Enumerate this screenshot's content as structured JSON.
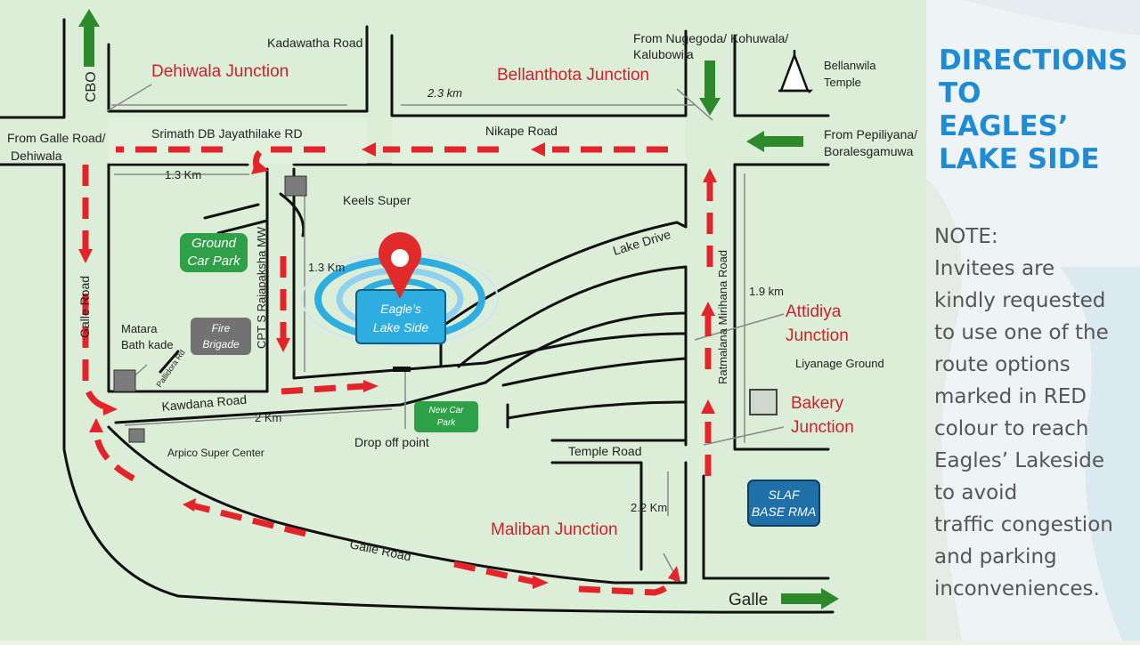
{
  "panel": {
    "title_lines": [
      "DIRECTIONS",
      "TO",
      "EAGLES’",
      "LAKE SIDE"
    ],
    "note_lines": [
      "NOTE:",
      "Invitees are",
      "kindly requested",
      "to use one of the",
      "route options",
      "marked in RED",
      "colour to reach",
      "Eagles’ Lakeside",
      "to avoid",
      "traffic congestion",
      "and parking",
      "inconveniences."
    ]
  },
  "map": {
    "roads": {
      "kadawatha": "Kadawatha Road",
      "srimath": "Srimath DB Jayathilake RD",
      "nikape": "Nikape Road",
      "lake_drive": "Lake Drive",
      "rajapaksha": "CPT S Rajapaksha MW",
      "galle_vertical": "Galle Road",
      "kawdana": "Kawdana Road",
      "temple": "Temple Road",
      "galle_bottom": "Galle Road",
      "ratmalana": "Ratmalana Mirihana Road",
      "pallidora": "Pallidora Rd"
    },
    "junctions": {
      "dehiwala": "Dehiwala Junction",
      "bellanthota": "Bellanthota Junction",
      "attidiya": [
        "Attidiya",
        "Junction"
      ],
      "bakery": [
        "Bakery",
        "Junction"
      ],
      "maliban": "Maliban Junction"
    },
    "directions": {
      "cbo": "CBO",
      "from_galle": [
        "From Galle Road/",
        "Dehiwala"
      ],
      "from_nugegoda": [
        "From Nugegoda/ Kohuwala/",
        "Kalubowila"
      ],
      "from_pepiliyana": [
        "From Pepiliyana/",
        "Boralesgamuwa"
      ],
      "galle": "Galle"
    },
    "distances": {
      "d1": "2.3 km",
      "d2": "1.3 Km",
      "d3": "1.3 Km",
      "d4": "1.9 km",
      "d5": "2 Km",
      "d6": "2.2 Km"
    },
    "landmarks": {
      "bellanwila": [
        "Bellanwila",
        "Temple"
      ],
      "keels": "Keels Super",
      "ground_car_park": [
        "Ground",
        "Car Park"
      ],
      "fire_brigade": [
        "Fire",
        "Brigade"
      ],
      "matara": [
        "Matara",
        "Bath kade"
      ],
      "new_car_park": [
        "New Car",
        "Park"
      ],
      "drop_off": "Drop off point",
      "arpico": "Arpico Super Center",
      "liyanage": "Liyanage Ground",
      "slaf": [
        "SLAF",
        "BASE RMA"
      ],
      "venue": [
        "Eagle’s",
        "Lake Side"
      ]
    },
    "colors": {
      "route_red": "#e4242b",
      "arrow_green": "#2c8a2a",
      "venue_blue": "#2eaee0",
      "marker_red": "#e12a2a",
      "car_park_green": "#2ea148",
      "building_grey": "#727272",
      "slaf_blue": "#1f6fa8",
      "title_blue": "#1e8bd2"
    }
  }
}
